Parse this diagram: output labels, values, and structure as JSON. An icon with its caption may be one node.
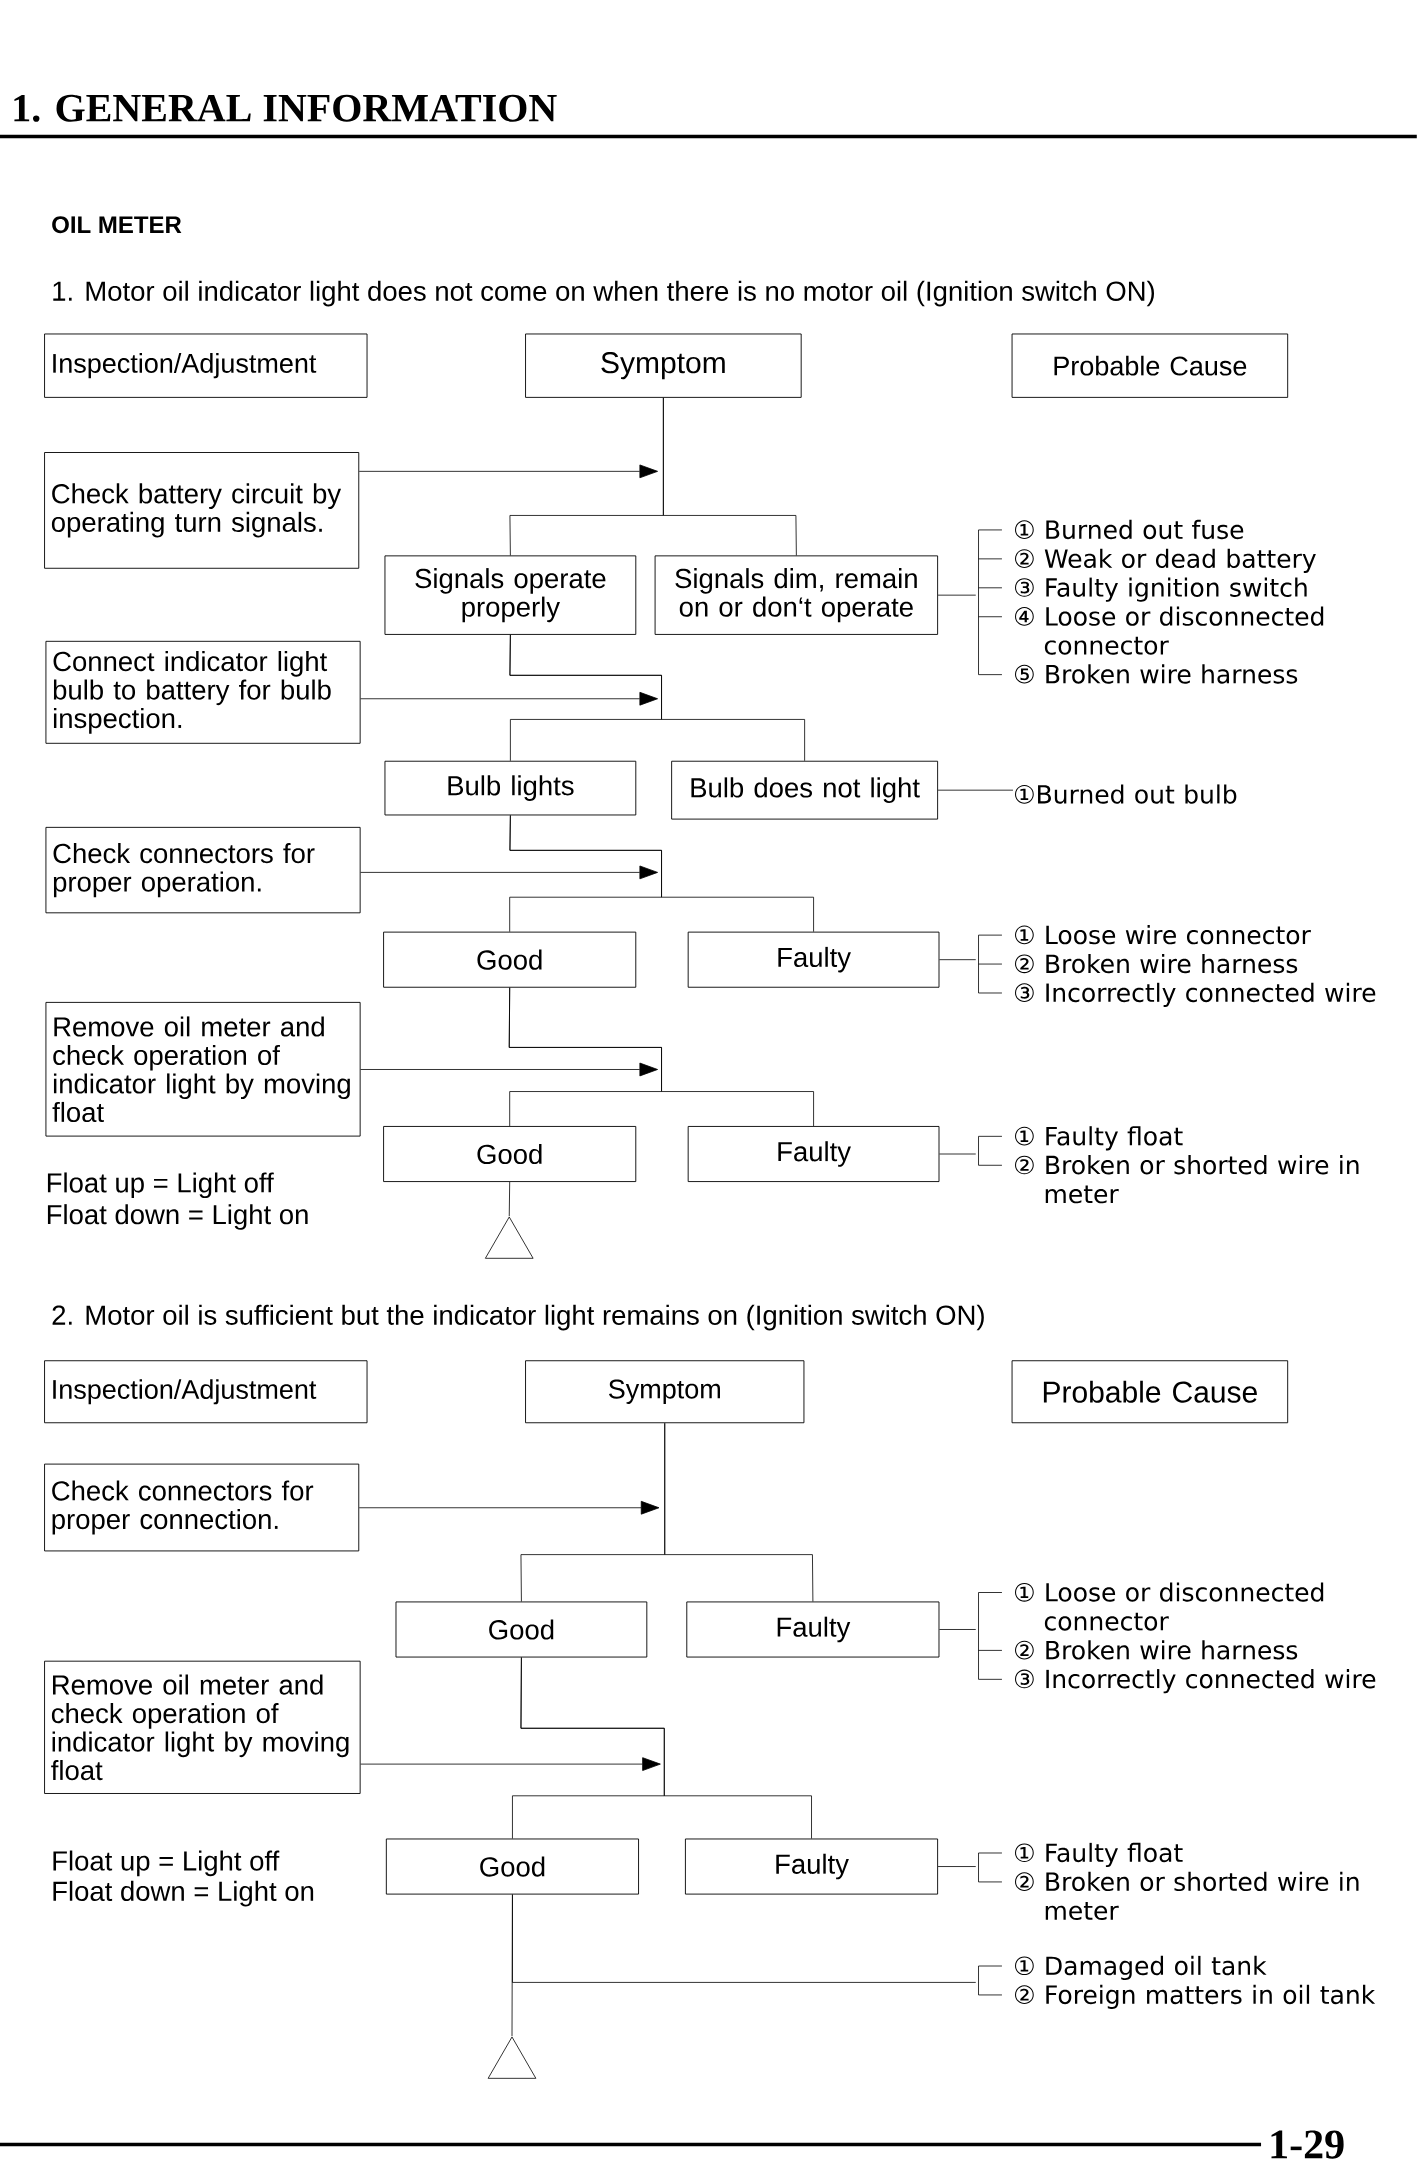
{
  "diagram": {
    "title": "1. GENERAL INFORMATION",
    "nodes": [
      {
        "text": [
          "Inspection/Adjustment"
        ]
      },
      {
        "text": [
          "Symptom"
        ]
      },
      {
        "text": [
          "Probable Cause"
        ]
      },
      {
        "text": [
          "Check battery circuit by operating turn signals."
        ]
      },
      {
        "text": [
          "Signals operate properly"
        ]
      },
      {
        "text": [
          "Signals dim, remain on or don‘t operate"
        ]
      },
      {
        "text": [
          "① Burned out fuse",
          "② Weak or dead battery",
          "③ Faulty ignition switch",
          "④ Loose or disconnected connector",
          "⑤ Broken wire harness"
        ]
      },
      {
        "text": [
          "Connect indicator light bulb to battery for bulb inspection."
        ]
      },
      {
        "text": [
          "Bulb lights"
        ]
      },
      {
        "text": [
          "Bulb does not light"
        ]
      },
      {
        "text": [
          "①Burned out bulb"
        ]
      },
      {
        "text": [
          "Check connectors for proper operation."
        ]
      },
      {
        "text": [
          "Good"
        ]
      },
      {
        "text": [
          "Faulty"
        ]
      },
      {
        "text": [
          "① Loose wire connector",
          "② Broken wire harness",
          "③ Incorrectly connected wire"
        ]
      },
      {
        "text": [
          "Remove oil meter and check operation of indicator light by moving float"
        ]
      },
      {
        "text": [
          "Good"
        ]
      },
      {
        "text": [
          "Faulty"
        ]
      },
      {
        "text": [
          "① Faulty float",
          "② Broken or shorted wire in meter"
        ]
      },
      {
        "text": [],
        "shape": "triangle"
      },
      {
        "text": [
          "Inspection/Adjustment"
        ]
      },
      {
        "text": [
          "Symptom"
        ]
      },
      {
        "text": [
          "Probable Cause"
        ]
      },
      {
        "text": [
          "Check connectors for proper connection."
        ]
      },
      {
        "text": [
          "Good"
        ]
      },
      {
        "text": [
          "Faulty"
        ]
      },
      {
        "text": [
          "① Loose or disconnected connector",
          "② Broken wire harness",
          "③ Incorrectly connected wire"
        ]
      },
      {
        "text": [
          "Remove oil meter and check operation of indicator light by moving float"
        ]
      },
      {
        "text": [
          "Good"
        ]
      },
      {
        "text": [
          "Faulty"
        ]
      },
      {
        "text": [
          "① Faulty float",
          "② Broken or shorted wire in meter"
        ]
      },
      {
        "text": [
          "① Damaged oil tank",
          "② Foreign matters in oil tank"
        ]
      },
      {
        "text": [],
        "shape": "triangle"
      }
    ],
    "edges": [
      {
        "from": 1,
        "to": 4,
        "arrow": "none"
      },
      {
        "from": 1,
        "to": 5,
        "arrow": "none"
      },
      {
        "from": 3,
        "to": null,
        "arrow": "to"
      },
      {
        "from": 5,
        "to": 6,
        "arrow": "none"
      },
      {
        "from": 4,
        "to": 8,
        "arrow": "none"
      },
      {
        "from": 4,
        "to": 9,
        "arrow": "none"
      },
      {
        "from": 7,
        "to": null,
        "arrow": "to"
      },
      {
        "from": 9,
        "to": 10,
        "arrow": "none"
      },
      {
        "from": 8,
        "to": 12,
        "arrow": "none"
      },
      {
        "from": 8,
        "to": 13,
        "arrow": "none"
      },
      {
        "from": 11,
        "to": null,
        "arrow": "to"
      },
      {
        "from": 13,
        "to": 14,
        "arrow": "none"
      },
      {
        "from": 12,
        "to": 16,
        "arrow": "none"
      },
      {
        "from": 12,
        "to": 17,
        "arrow": "none"
      },
      {
        "from": 15,
        "to": null,
        "arrow": "to"
      },
      {
        "from": 17,
        "to": 18,
        "arrow": "none"
      },
      {
        "from": 16,
        "to": 19,
        "arrow": "none"
      },
      {
        "from": 21,
        "to": 24,
        "arrow": "none"
      },
      {
        "from": 21,
        "to": 25,
        "arrow": "none"
      },
      {
        "from": 23,
        "to": null,
        "arrow": "to"
      },
      {
        "from": 25,
        "to": 26,
        "arrow": "none"
      },
      {
        "from": 24,
        "to": 28,
        "arrow": "none"
      },
      {
        "from": 24,
        "to": 29,
        "arrow": "none"
      },
      {
        "from": 27,
        "to": null,
        "arrow": "to"
      },
      {
        "from": 29,
        "to": 30,
        "arrow": "none"
      },
      {
        "from": 28,
        "to": 31,
        "arrow": "none"
      },
      {
        "from": 28,
        "to": 32,
        "arrow": "none"
      }
    ],
    "labels": [
      "OIL METER",
      "1. Motor oil indicator light does not come on when there is no motor oil (Ignition switch ON)",
      "Float up = Light off",
      "Float down = Light on",
      "2. Motor oil is sufficient but the indicator light remains on (Ignition switch ON)",
      "Float up = Light off",
      "Float down = Light on",
      "1-29"
    ]
  }
}
